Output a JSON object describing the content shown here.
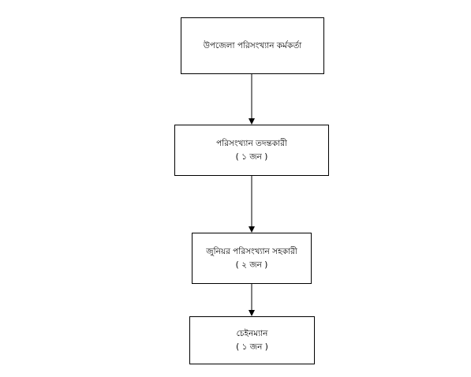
{
  "diagram": {
    "nodes": [
      {
        "title": "উপজেলা পরিসংখ্যান কর্মকর্তা",
        "count": ""
      },
      {
        "title": "পরিসংখ্যান তদন্তকারী",
        "count": "( ১ জন )"
      },
      {
        "title": "জুনিয়র পরিসংখ্যান সহকারী",
        "count": "( ২ জন )"
      },
      {
        "title": "চেইনম্যান",
        "count": "( ১ জন )"
      }
    ],
    "edges": [
      {
        "from": 0,
        "to": 1
      },
      {
        "from": 1,
        "to": 2
      },
      {
        "from": 2,
        "to": 3
      }
    ],
    "colors": {
      "line": "#000000",
      "box_border": "#000000",
      "background": "#ffffff"
    }
  }
}
